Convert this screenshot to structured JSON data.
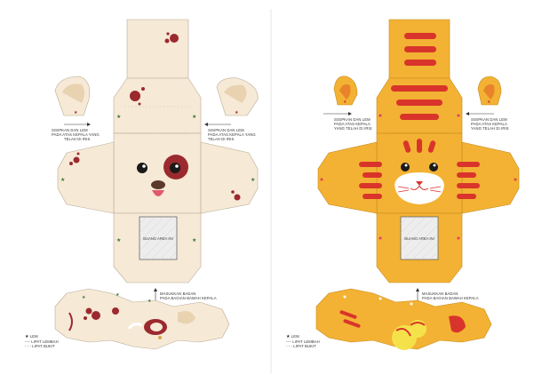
{
  "dog": {
    "left_ear_instruction": [
      "SISIPKAN DAN LEM",
      "PADA ATAS KEPALA YANG",
      "TELAH DI IRIS"
    ],
    "right_ear_instruction": [
      "SISIPKAN DAN LEM",
      "PADA ATAS KEPALA YANG",
      "TELAH DI IRIS"
    ],
    "window_label": "BUANG AREA INI",
    "body_instruction": [
      "MASUKKAN BADAN",
      "PADA BAGIAN BAWAH KEPALA"
    ],
    "legend": [
      {
        "symbol": "★",
        "label": "LEM"
      },
      {
        "symbol": "----",
        "label": "LIPAT LEMBAH"
      },
      {
        "symbol": "- - -",
        "label": "LIPAT BUKIT"
      }
    ]
  },
  "cat": {
    "left_ear_instruction": [
      "SISIPKAN DAN LEM",
      "PADA ATAS KEPALA",
      "YANG TELAH DI IRIS"
    ],
    "right_ear_instruction": [
      "SISIPKAN DAN LEM",
      "PADA ATAS KEPALA",
      "YANG TELAH DI IRIS"
    ],
    "window_label": "BUANG AREA INI",
    "body_instruction": [
      "MASUKKAN BADAN",
      "PADA BAGIAN BAWAH KEPALA"
    ],
    "legend": [
      {
        "symbol": "★",
        "label": "LEM"
      },
      {
        "symbol": "----",
        "label": "LIPAT LEMBAH"
      },
      {
        "symbol": "- - -",
        "label": "LIPAT BUKIT"
      }
    ]
  },
  "colors": {
    "dog_paper": "#f6e9d6",
    "dog_spot": "#9b2a2f",
    "cat_paper": "#f3b233",
    "cat_stripe": "#d9342b",
    "glue_star_dog": "#3a7a3a",
    "glue_star_cat": "#e0405a"
  }
}
